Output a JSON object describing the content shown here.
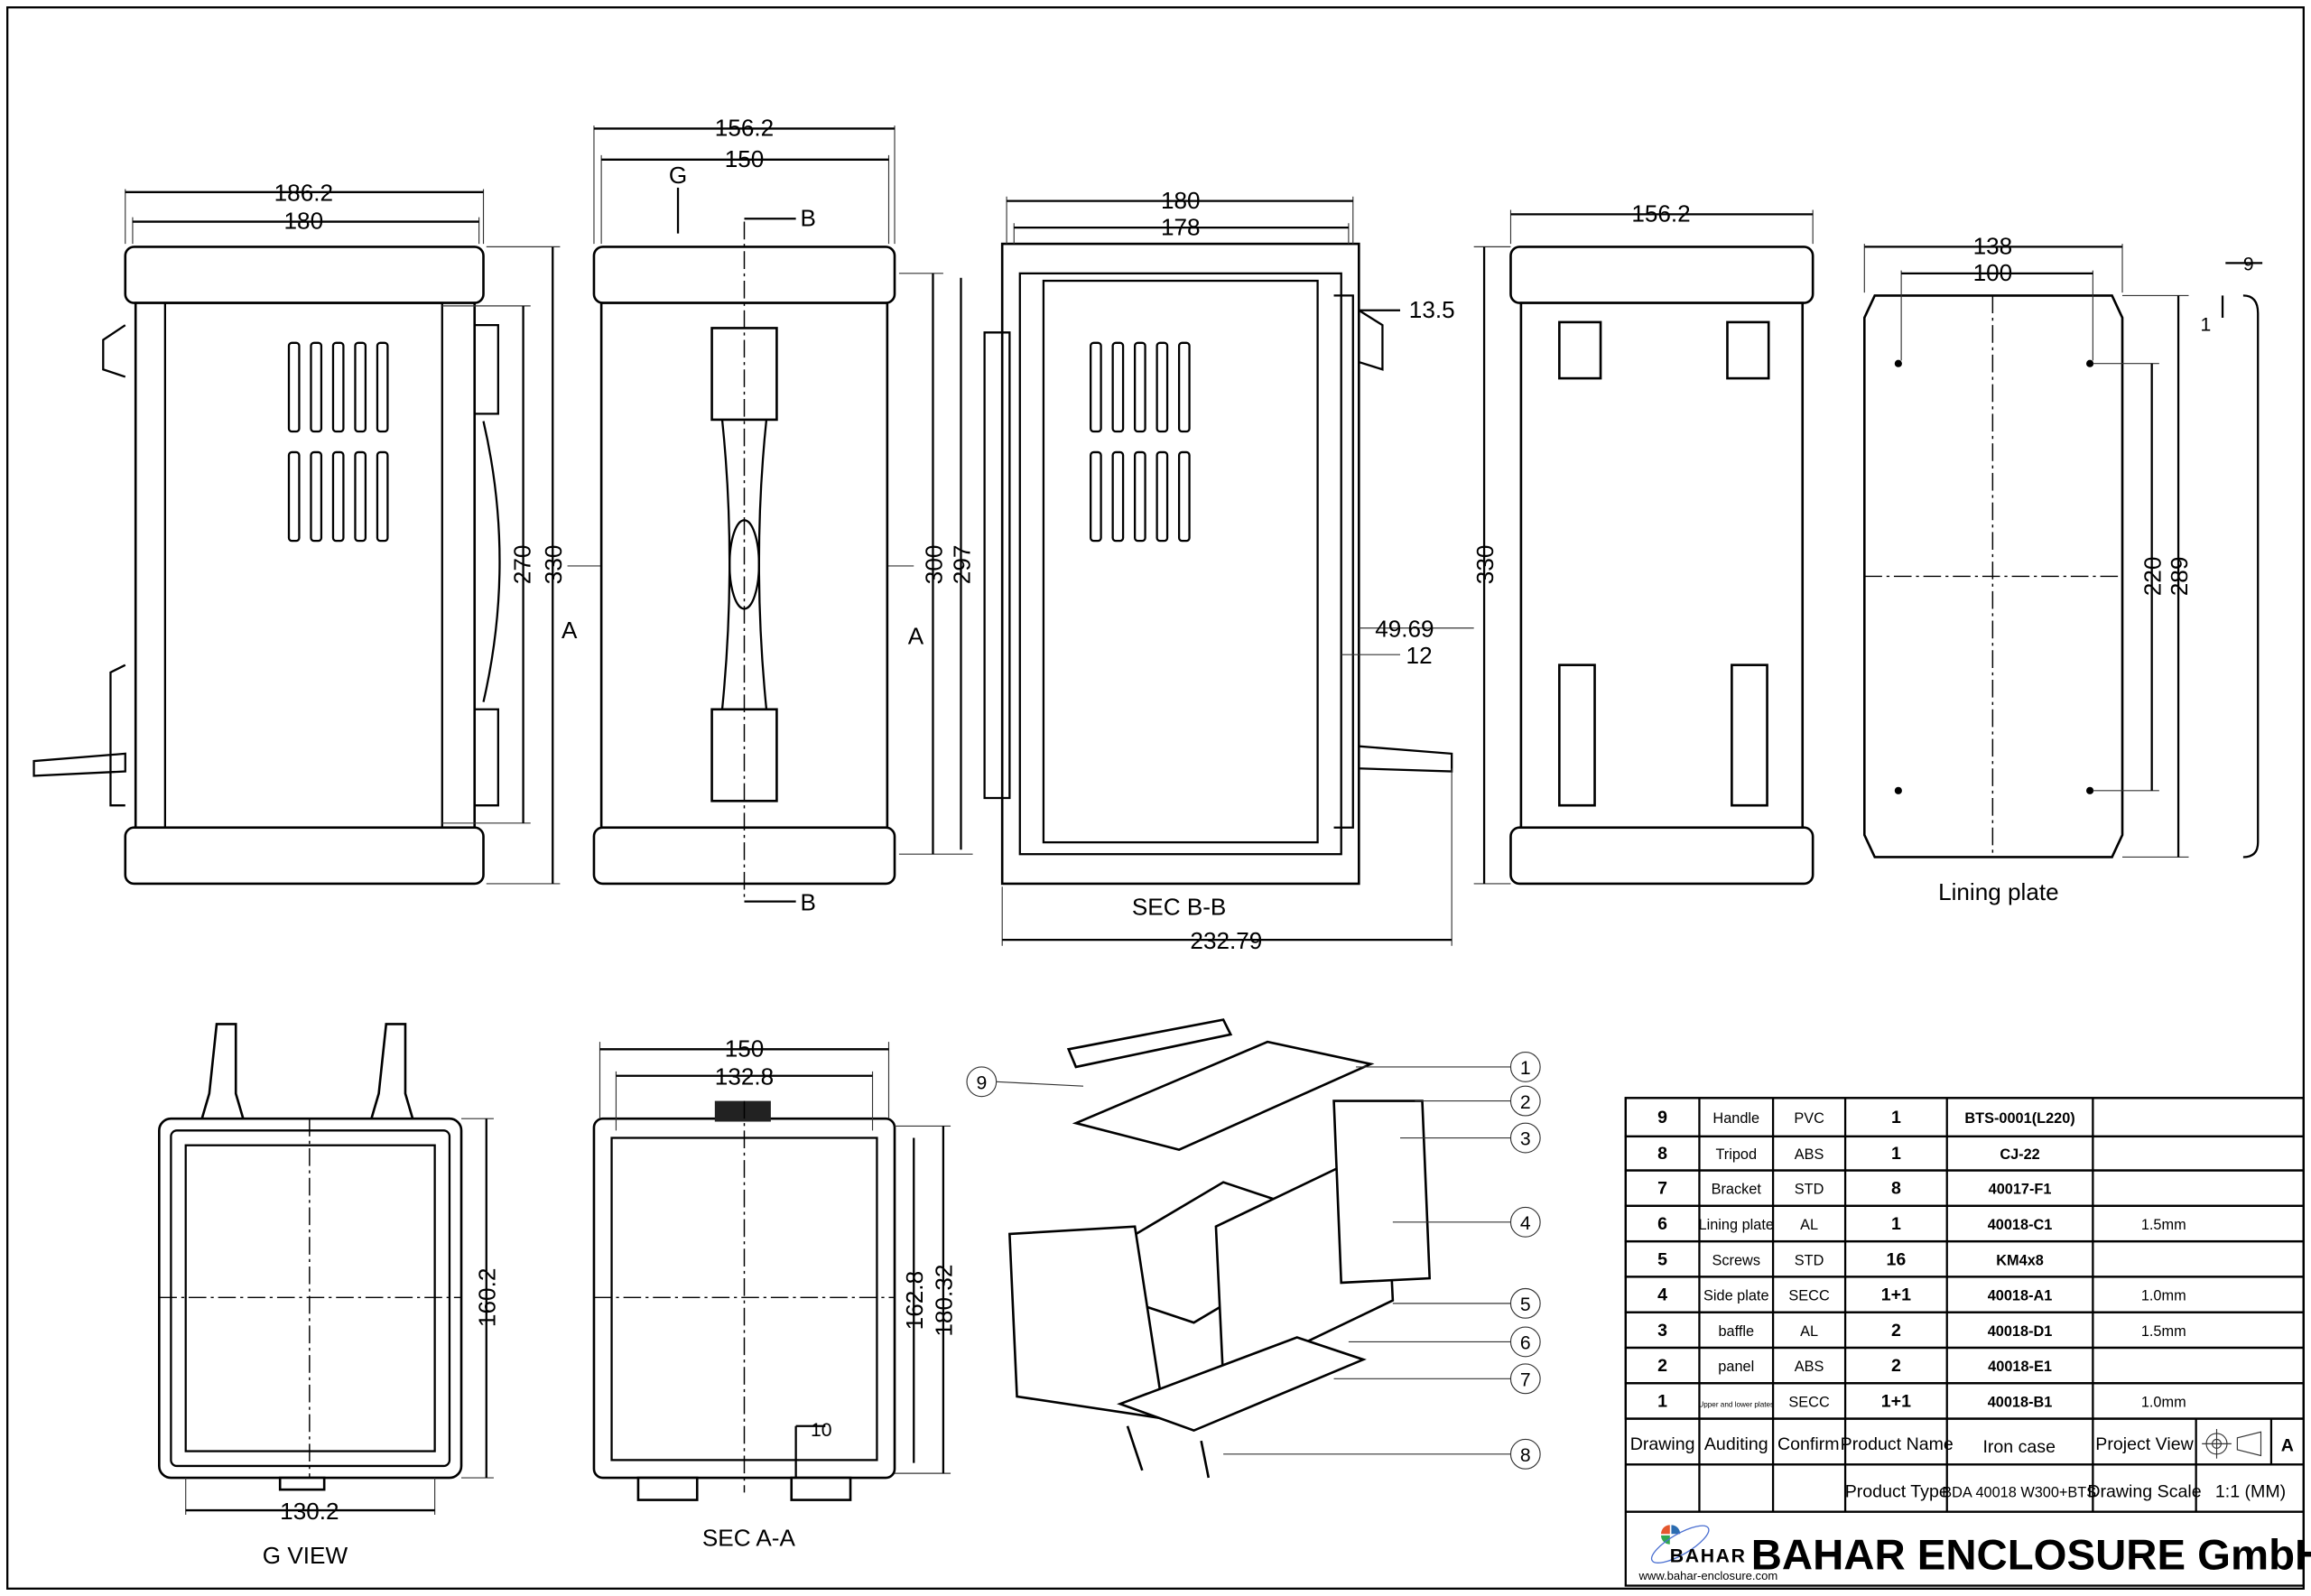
{
  "views": {
    "front": {
      "dims": {
        "w_outer": "186.2",
        "w_inner": "180",
        "h_inner": "270",
        "h_outer": "330"
      },
      "section_mark_left": "A"
    },
    "side": {
      "dims": {
        "w_outer": "156.2",
        "w_inner": "150",
        "h_a": "300",
        "h_b": "297"
      },
      "view_mark": "G",
      "section_mark_top": "B",
      "section_mark_bottom": "B",
      "section_mark_right": "A"
    },
    "sec_bb": {
      "label": "SEC B-B",
      "dims": {
        "w_outer": "180",
        "w_inner": "178",
        "d1": "13.5",
        "d2": "49.69",
        "d3": "12",
        "total": "232.79"
      }
    },
    "rear": {
      "dims": {
        "w": "156.2",
        "h": "330"
      }
    },
    "lining": {
      "label": "Lining plate",
      "dims": {
        "w": "138",
        "hole_w": "100",
        "hole_h": "220",
        "h": "289",
        "flange": "9",
        "thick": "1"
      }
    },
    "g_view": {
      "label": "G  VIEW",
      "dims": {
        "h": "160.2",
        "w": "130.2"
      }
    },
    "sec_aa": {
      "label": "SEC A-A",
      "dims": {
        "w_outer": "150",
        "w_inner": "132.8",
        "h_inner": "162.8",
        "h_outer": "180.32",
        "foot": "10"
      }
    },
    "exploded": {
      "callouts": [
        "1",
        "2",
        "3",
        "4",
        "5",
        "6",
        "7",
        "8",
        "9"
      ]
    }
  },
  "bom": [
    {
      "no": "9",
      "name": "Handle",
      "material": "PVC",
      "qty": "1",
      "code": "BTS-0001(L220)",
      "note": ""
    },
    {
      "no": "8",
      "name": "Tripod",
      "material": "ABS",
      "qty": "1",
      "code": "CJ-22",
      "note": ""
    },
    {
      "no": "7",
      "name": "Bracket",
      "material": "STD",
      "qty": "8",
      "code": "40017-F1",
      "note": ""
    },
    {
      "no": "6",
      "name": "Lining plate",
      "material": "AL",
      "qty": "1",
      "code": "40018-C1",
      "note": "1.5mm"
    },
    {
      "no": "5",
      "name": "Screws",
      "material": "STD",
      "qty": "16",
      "code": "KM4x8",
      "note": ""
    },
    {
      "no": "4",
      "name": "Side plate",
      "material": "SECC",
      "qty": "1+1",
      "code": "40018-A1",
      "note": "1.0mm"
    },
    {
      "no": "3",
      "name": "baffle",
      "material": "AL",
      "qty": "2",
      "code": "40018-D1",
      "note": "1.5mm"
    },
    {
      "no": "2",
      "name": "panel",
      "material": "ABS",
      "qty": "2",
      "code": "40018-E1",
      "note": ""
    },
    {
      "no": "1",
      "name": "Upper and lower plates",
      "material": "SECC",
      "qty": "1+1",
      "code": "40018-B1",
      "note": "1.0mm"
    }
  ],
  "title_block": {
    "drawing": "Drawing",
    "auditing": "Auditing",
    "confirm": "Confirm",
    "product_name_label": "Product Name",
    "product_name": "Iron case",
    "project_view_label": "Project View",
    "sheet": "A",
    "product_type_label": "Product Type",
    "product_type": "BDA 40018 W300+BTS",
    "scale_label": "Drawing Scale",
    "scale": "1:1 (MM)",
    "company": "BAHAR ENCLOSURE GmbH",
    "logo_text": "BAHAR",
    "website": "www.bahar-enclosure.com"
  }
}
